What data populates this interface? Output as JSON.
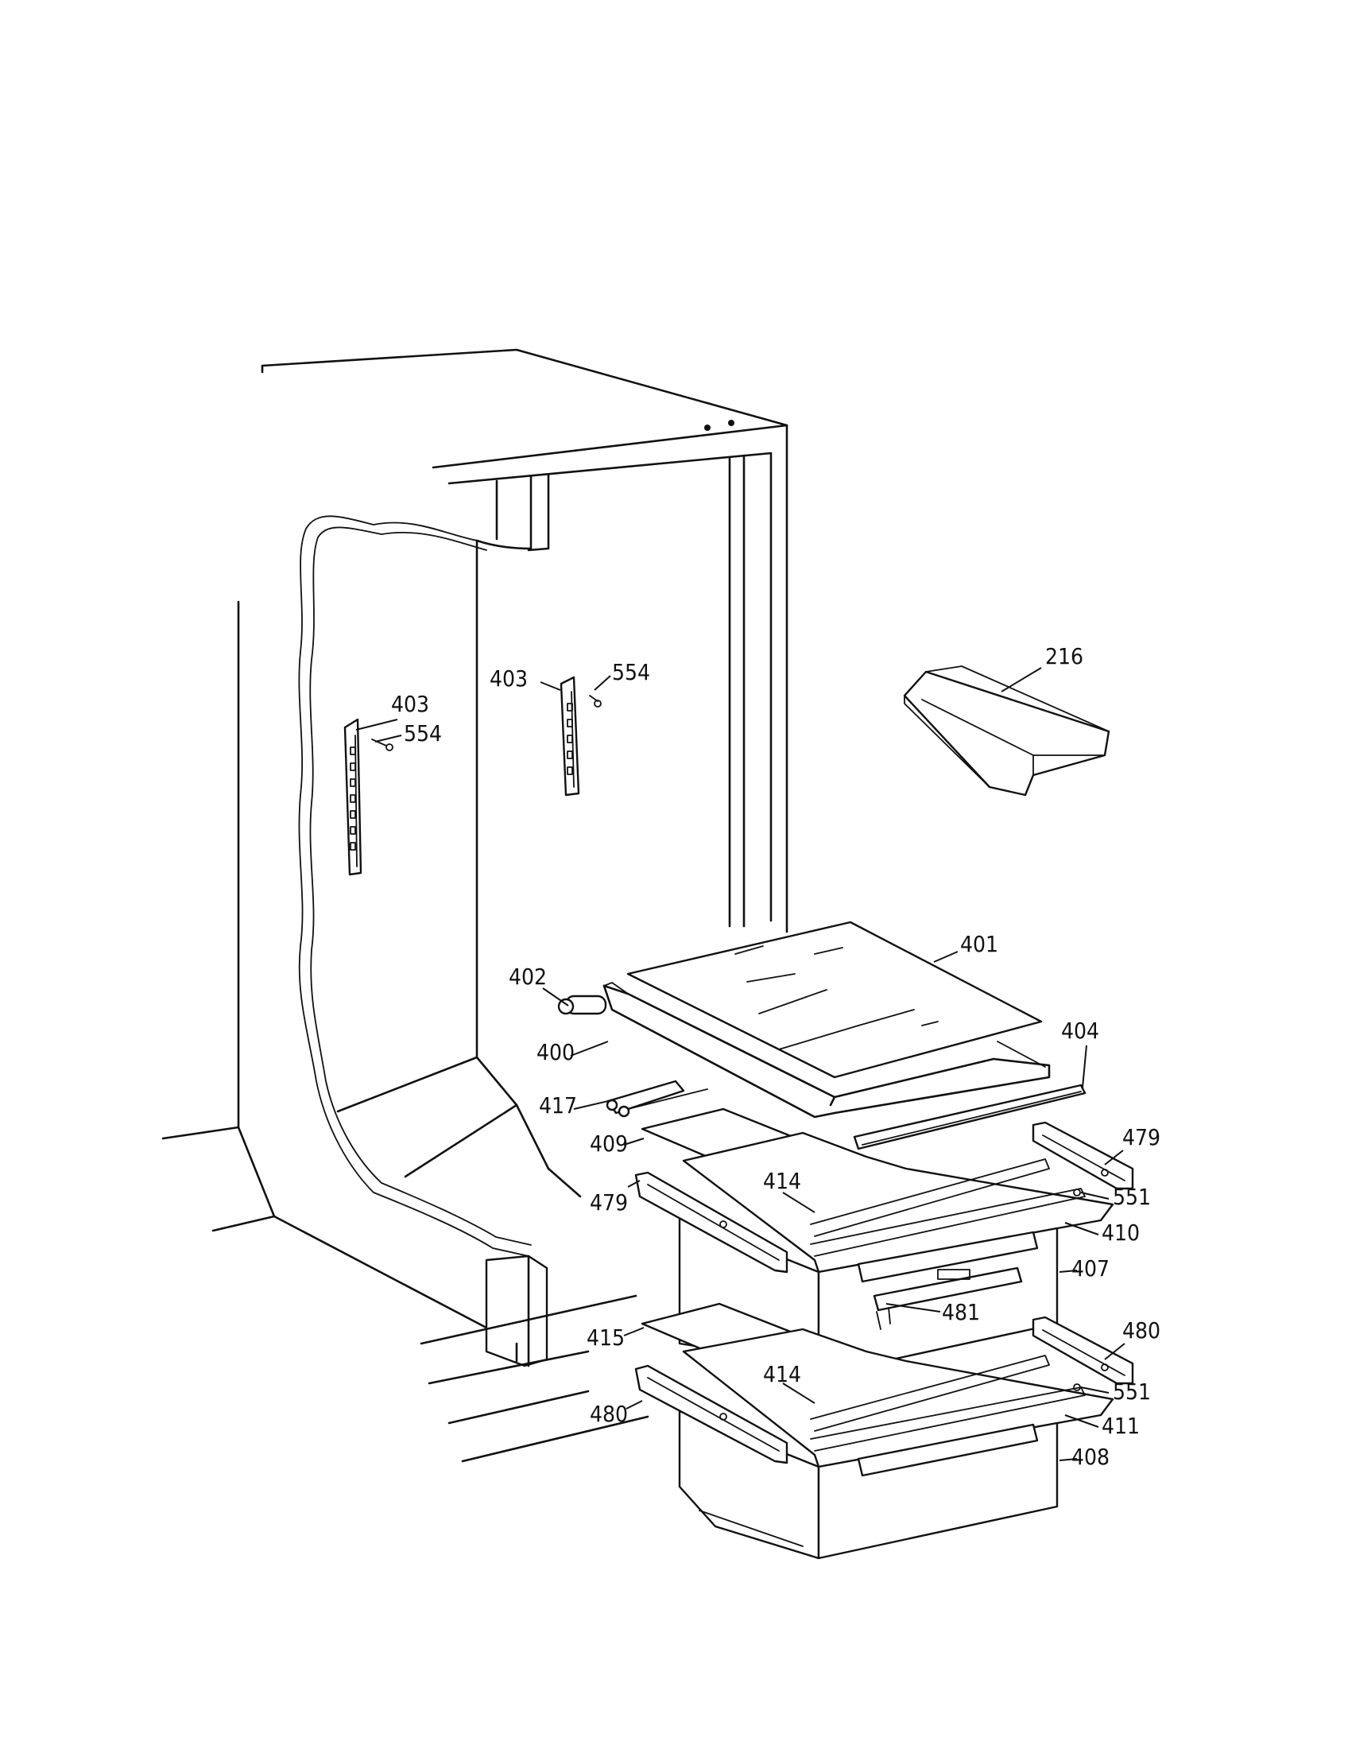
{
  "parts": {
    "p216": "216",
    "p400": "400",
    "p401": "401",
    "p402": "402",
    "p403a": "403",
    "p403b": "403",
    "p404": "404",
    "p407": "407",
    "p408": "408",
    "p409": "409",
    "p410": "410",
    "p411": "411",
    "p414a": "414",
    "p414b": "414",
    "p415": "415",
    "p417": "417",
    "p479a": "479",
    "p479b": "479",
    "p480a": "480",
    "p480b": "480",
    "p481": "481",
    "p551a": "551",
    "p551b": "551",
    "p554a": "554",
    "p554b": "554"
  }
}
